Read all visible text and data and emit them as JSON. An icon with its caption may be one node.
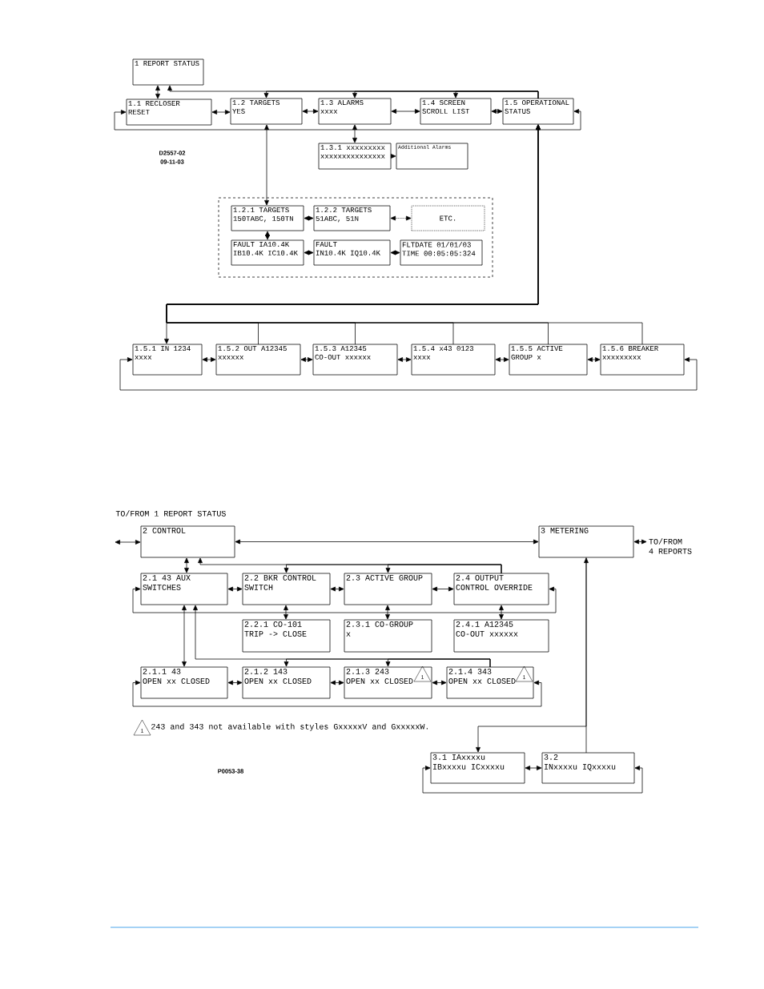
{
  "diagram": {
    "nodes": [
      {
        "text": [
          "1 REPORT STATUS"
        ]
      },
      {
        "text": [
          "1.1 RECLOSER",
          "RESET"
        ]
      },
      {
        "text": [
          "1.2 TARGETS",
          "YES"
        ]
      },
      {
        "text": [
          "1.3 ALARMS",
          "xxxx"
        ]
      },
      {
        "text": [
          "1.4 SCREEN",
          "SCROLL LIST"
        ]
      },
      {
        "text": [
          "1.5 OPERATIONAL",
          "STATUS"
        ]
      },
      {
        "text": [
          "1.3.1 xxxxxxxxx",
          "xxxxxxxxxxxxxxx"
        ]
      },
      {
        "text": [
          "Additional Alarms"
        ]
      },
      {
        "text": [],
        "shape": "box"
      },
      {
        "text": [
          "1.2.1 TARGETS",
          "150TABC, 150TN"
        ],
        "in": 8
      },
      {
        "text": [
          "1.2.2 TARGETS",
          "51ABC, 51N"
        ],
        "in": 8
      },
      {
        "text": [
          "ETC."
        ],
        "in": 8
      },
      {
        "text": [
          "FAULT IA10.4K",
          "IB10.4K IC10.4K"
        ],
        "in": 8
      },
      {
        "text": [
          "FAULT",
          "IN10.4K IQ10.4K"
        ],
        "in": 8
      },
      {
        "text": [
          "FLTDATE 01/01/03",
          "TIME 00:05:05:324"
        ],
        "in": 8
      },
      {
        "text": [
          "1.5.1 IN 1234",
          "xxxx"
        ]
      },
      {
        "text": [
          "1.5.2 OUT A12345",
          "xxxxxx"
        ]
      },
      {
        "text": [
          "1.5.3 A12345",
          "CO-OUT xxxxxx"
        ]
      },
      {
        "text": [
          "1.5.4 x43 0123",
          "xxxx"
        ]
      },
      {
        "text": [
          "1.5.5 ACTIVE",
          "GROUP x"
        ]
      },
      {
        "text": [
          "1.5.6 BREAKER",
          "xxxxxxxxx"
        ]
      },
      {
        "text": [
          "2 CONTROL"
        ]
      },
      {
        "text": [
          "3 METERING"
        ]
      },
      {
        "text": [
          "TO/FROM",
          "4 REPORTS"
        ]
      },
      {
        "text": [
          "2.1 43 AUX",
          "SWITCHES"
        ]
      },
      {
        "text": [
          "2.2 BKR CONTROL",
          "SWITCH"
        ]
      },
      {
        "text": [
          "2.3 ACTIVE GROUP"
        ]
      },
      {
        "text": [
          "2.4 OUTPUT",
          "CONTROL OVERRIDE"
        ]
      },
      {
        "text": [
          "2.2.1 CO-101",
          "TRIP -> CLOSE"
        ]
      },
      {
        "text": [
          "2.3.1 CO-GROUP",
          "x"
        ]
      },
      {
        "text": [
          "2.4.1 A12345",
          "CO-OUT xxxxxx"
        ]
      },
      {
        "text": [
          "2.1.1 43",
          "OPEN xx CLOSED"
        ]
      },
      {
        "text": [
          "2.1.2 143",
          "OPEN xx CLOSED"
        ]
      },
      {
        "text": [
          "2.1.3 243",
          "OPEN xx CLOSED"
        ]
      },
      {
        "text": [
          "2.1.4 343",
          "OPEN xx CLOSED"
        ]
      },
      {
        "text": [
          "3.1 IAxxxxu",
          "IBxxxxu ICxxxxu"
        ]
      },
      {
        "text": [
          "3.2",
          "INxxxxu IQxxxxu"
        ]
      }
    ],
    "edges": [
      {
        "from": 0,
        "to": 1,
        "arrow": "both"
      },
      {
        "from": 1,
        "to": 2,
        "arrow": "both"
      },
      {
        "from": 2,
        "to": 3,
        "arrow": "both"
      },
      {
        "from": 3,
        "to": 4,
        "arrow": "both"
      },
      {
        "from": 4,
        "to": 5,
        "arrow": "both"
      },
      {
        "from": 5,
        "to": 2,
        "arrow": "to"
      },
      {
        "from": 5,
        "to": 3,
        "arrow": "to"
      },
      {
        "from": 5,
        "to": 4,
        "arrow": "to"
      },
      {
        "from": 5,
        "to": 0,
        "arrow": "to"
      },
      {
        "from": 1,
        "to": 5,
        "arrow": "both"
      },
      {
        "from": 2,
        "to": 9,
        "arrow": "both"
      },
      {
        "from": 3,
        "to": 6,
        "arrow": "both"
      },
      {
        "from": 6,
        "to": 7,
        "arrow": "to"
      },
      {
        "from": 5,
        "to": 15,
        "arrow": "to"
      },
      {
        "from": 9,
        "to": 10,
        "arrow": "both"
      },
      {
        "from": 10,
        "to": 11,
        "arrow": "both",
        "style": "dashed"
      },
      {
        "from": 9,
        "to": 12,
        "arrow": "both"
      },
      {
        "from": 12,
        "to": 13,
        "arrow": "both"
      },
      {
        "from": 13,
        "to": 14,
        "arrow": "both"
      },
      {
        "from": 15,
        "to": 16,
        "arrow": "both"
      },
      {
        "from": 16,
        "to": 17,
        "arrow": "both"
      },
      {
        "from": 17,
        "to": 18,
        "arrow": "both"
      },
      {
        "from": 18,
        "to": 19,
        "arrow": "both"
      },
      {
        "from": 19,
        "to": 20,
        "arrow": "both"
      },
      {
        "from": 16,
        "to": 5,
        "arrow": "to"
      },
      {
        "from": 17,
        "to": 5,
        "arrow": "to"
      },
      {
        "from": 18,
        "to": 5,
        "arrow": "to"
      },
      {
        "from": 19,
        "to": 5,
        "arrow": "to"
      },
      {
        "from": 20,
        "to": 5,
        "arrow": "to"
      },
      {
        "from": 15,
        "to": 20,
        "arrow": "both"
      },
      {
        "from": null,
        "to": 21,
        "arrow": "both"
      },
      {
        "from": 21,
        "to": 22,
        "arrow": "both"
      },
      {
        "from": 22,
        "to": 23,
        "arrow": "both"
      },
      {
        "from": 21,
        "to": 24,
        "arrow": "both"
      },
      {
        "from": 24,
        "to": 25,
        "arrow": "both"
      },
      {
        "from": 25,
        "to": 26,
        "arrow": "both"
      },
      {
        "from": 26,
        "to": 27,
        "arrow": "both"
      },
      {
        "from": 27,
        "to": 25,
        "arrow": "to"
      },
      {
        "from": 27,
        "to": 26,
        "arrow": "to"
      },
      {
        "from": 27,
        "to": 21,
        "arrow": "to"
      },
      {
        "from": 24,
        "to": 27,
        "arrow": "both"
      },
      {
        "from": 25,
        "to": 28,
        "arrow": "both"
      },
      {
        "from": 26,
        "to": 29,
        "arrow": "both"
      },
      {
        "from": 27,
        "to": 30,
        "arrow": "both"
      },
      {
        "from": 24,
        "to": 31,
        "arrow": "both"
      },
      {
        "from": 31,
        "to": 32,
        "arrow": "both"
      },
      {
        "from": 32,
        "to": 33,
        "arrow": "both"
      },
      {
        "from": 33,
        "to": 34,
        "arrow": "both"
      },
      {
        "from": 34,
        "to": 32,
        "arrow": "to"
      },
      {
        "from": 34,
        "to": 33,
        "arrow": "to"
      },
      {
        "from": 34,
        "to": 24,
        "arrow": "to"
      },
      {
        "from": 31,
        "to": 34,
        "arrow": "both"
      },
      {
        "from": 22,
        "to": 35,
        "arrow": "to"
      },
      {
        "from": 36,
        "to": 22,
        "arrow": "to"
      },
      {
        "from": 35,
        "to": 36,
        "arrow": "both"
      },
      {
        "from": 35,
        "to": 36,
        "arrow": "both"
      }
    ],
    "labels": [
      "D2557-02",
      "09-11-03",
      "TO/FROM 1 REPORT STATUS",
      "1",
      "1",
      "1",
      "243 and 343 not available with styles GxxxxxV and GxxxxxW.",
      "P0053-38"
    ]
  }
}
